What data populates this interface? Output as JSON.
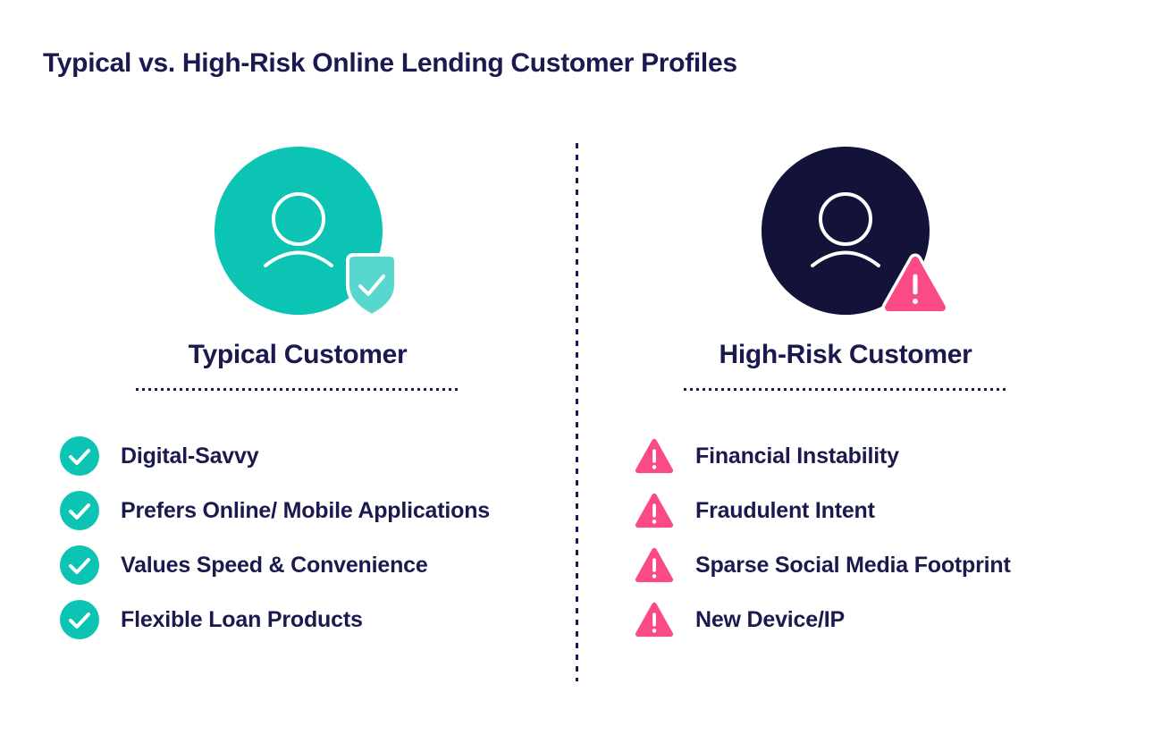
{
  "title": "Typical vs. High-Risk Online Lending Customer Profiles",
  "colors": {
    "teal": "#0bc4b4",
    "teal_light": "#57d7ce",
    "navy": "#131239",
    "pink": "#fb4b87",
    "text_navy": "#1b1a4e",
    "background": "#ffffff"
  },
  "divider": {
    "style": "vertical-dashed"
  },
  "columns": {
    "typical": {
      "heading": "Typical Customer",
      "avatar_icon": "person-icon",
      "badge_icon": "shield-check-icon",
      "item_icon": "check-circle-icon",
      "items": [
        {
          "label": "Digital-Savvy"
        },
        {
          "label": "Prefers Online/ Mobile Applications"
        },
        {
          "label": "Values Speed & Convenience"
        },
        {
          "label": "Flexible Loan Products"
        }
      ]
    },
    "high_risk": {
      "heading": "High-Risk Customer",
      "avatar_icon": "person-icon",
      "badge_icon": "warning-triangle-icon",
      "item_icon": "warning-triangle-icon",
      "items": [
        {
          "label": "Financial Instability"
        },
        {
          "label": "Fraudulent Intent"
        },
        {
          "label": "Sparse Social Media Footprint"
        },
        {
          "label": "New Device/IP"
        }
      ]
    }
  }
}
